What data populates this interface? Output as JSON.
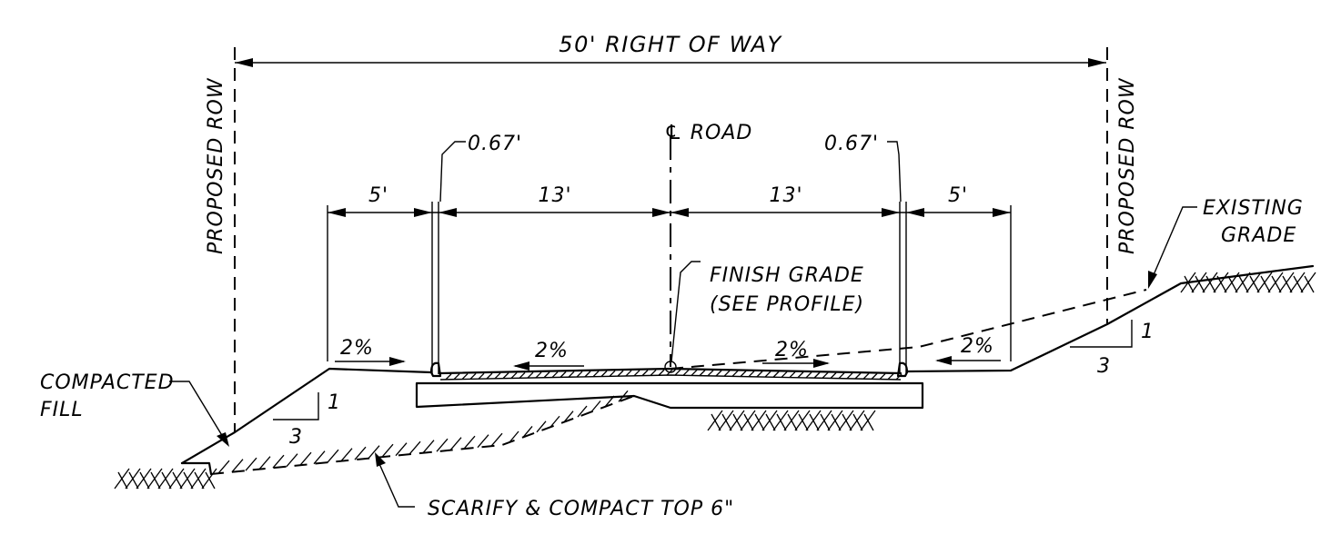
{
  "labels": {
    "right_of_way": "50' RIGHT OF WAY",
    "proposed_row_left": "PROPOSED ROW",
    "proposed_row_right": "PROPOSED ROW",
    "centerline": "℄ ROAD",
    "curb_left": "0.67'",
    "curb_right": "0.67'",
    "dim_left_walk": "5'",
    "dim_left_lane": "13'",
    "dim_right_lane": "13'",
    "dim_right_walk": "5'",
    "finish_grade_1": "FINISH GRADE",
    "finish_grade_2": "(SEE PROFILE)",
    "existing_grade_1": "EXISTING",
    "existing_grade_2": "GRADE",
    "compacted_fill_1": "COMPACTED",
    "compacted_fill_2": "FILL",
    "scarify": "SCARIFY & COMPACT TOP 6\"",
    "slope_left_walk": "2%",
    "slope_left_lane": "2%",
    "slope_right_lane": "2%",
    "slope_right_walk": "2%",
    "slope_left_rise": "1",
    "slope_left_run": "3",
    "slope_right_rise": "1",
    "slope_right_run": "3"
  }
}
